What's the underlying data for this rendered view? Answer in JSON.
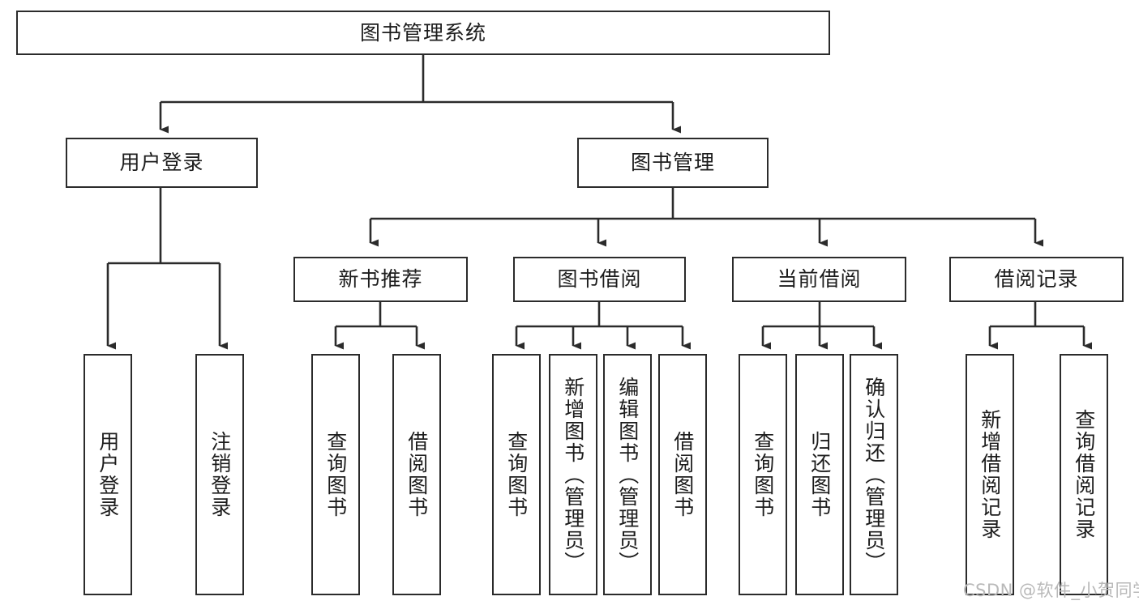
{
  "diagram": {
    "title": "图书管理系统",
    "type": "tree-hierarchy-chart",
    "orientation": "top-down",
    "colors": {
      "box_border": "#2b2b2b",
      "box_fill": "#ffffff",
      "edge": "#2b2b2b",
      "text": "#1c1c1c",
      "watermark": "#b9b9b9",
      "background": "#ffffff"
    },
    "root": {
      "label": "图书管理系统"
    },
    "level2": [
      {
        "id": "user-login",
        "label": "用户登录"
      },
      {
        "id": "book-manage",
        "label": "图书管理"
      }
    ],
    "level3": [
      {
        "id": "new-book-recommend",
        "label": "新书推荐",
        "parent": "book-manage"
      },
      {
        "id": "book-borrow",
        "label": "图书借阅",
        "parent": "book-manage"
      },
      {
        "id": "current-borrow",
        "label": "当前借阅",
        "parent": "book-manage"
      },
      {
        "id": "borrow-record",
        "label": "借阅记录",
        "parent": "book-manage"
      }
    ],
    "leaves": {
      "user-login": [
        {
          "id": "leaf-user-login",
          "label": "用户登录"
        },
        {
          "id": "leaf-user-logout",
          "label": "注销登录"
        }
      ],
      "new-book-recommend": [
        {
          "id": "leaf-query-book-1",
          "label": "查询图书"
        },
        {
          "id": "leaf-borrow-book-1",
          "label": "借阅图书"
        }
      ],
      "book-borrow": [
        {
          "id": "leaf-query-book-2",
          "label": "查询图书"
        },
        {
          "id": "leaf-add-book",
          "label": "新增图书（管理员）"
        },
        {
          "id": "leaf-edit-book",
          "label": "编辑图书（管理员）"
        },
        {
          "id": "leaf-borrow-book-2",
          "label": "借阅图书"
        }
      ],
      "current-borrow": [
        {
          "id": "leaf-query-book-3",
          "label": "查询图书"
        },
        {
          "id": "leaf-return-book",
          "label": "归还图书"
        },
        {
          "id": "leaf-confirm-return",
          "label": "确认归还（管理员）"
        }
      ],
      "borrow-record": [
        {
          "id": "leaf-add-record",
          "label": "新增借阅记录"
        },
        {
          "id": "leaf-query-record",
          "label": "查询借阅记录"
        }
      ]
    },
    "watermark": "CSDN @软件_小贺同学"
  }
}
